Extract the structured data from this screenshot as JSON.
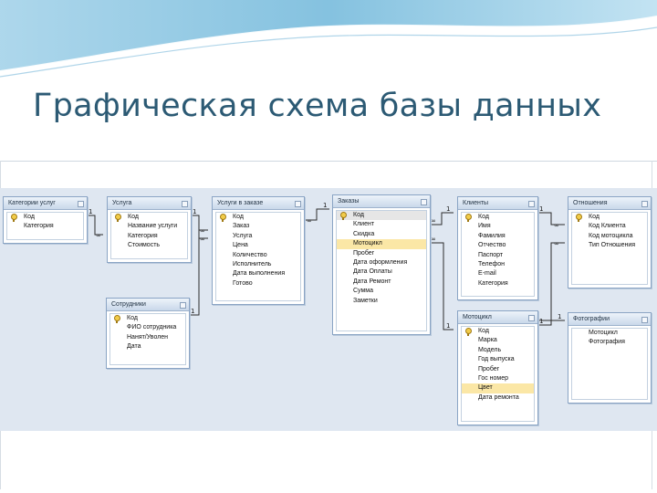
{
  "slide": {
    "title": "Графическая схема базы данных"
  },
  "tables": [
    {
      "title": "Категории услуг",
      "fields": [
        "Код",
        "Категория"
      ],
      "highlight": -1
    },
    {
      "title": "Услуга",
      "fields": [
        "Код",
        "Название услуги",
        "Категория",
        "Стоимость"
      ],
      "highlight": -1
    },
    {
      "title": "Услуги в заказе",
      "fields": [
        "Код",
        "Заказ",
        "Услуга",
        "Цена",
        "Количество",
        "Исполнитель",
        "Дата выполнения",
        "Готово"
      ],
      "highlight": -1
    },
    {
      "title": "Заказы",
      "fields": [
        "Код",
        "Клиент",
        "Скидка",
        "Мотоцикл",
        "Пробег",
        "Дата оформления",
        "Дата Оплаты",
        "Дата Ремонт",
        "Сумма",
        "Заметки"
      ],
      "highlight": 3
    },
    {
      "title": "Клиенты",
      "fields": [
        "Код",
        "Имя",
        "Фамилия",
        "Отчество",
        "Паспорт",
        "Телефон",
        "E-mail",
        "Категория"
      ],
      "highlight": -1
    },
    {
      "title": "Отношения",
      "fields": [
        "Код",
        "Код Клиента",
        "Код мотоцикла",
        "Тип Отношения"
      ],
      "highlight": -1
    },
    {
      "title": "Сотрудники",
      "fields": [
        "Код",
        "ФИО сотрудника",
        "Нанят/Уволен",
        "Дата"
      ],
      "highlight": -1
    },
    {
      "title": "Мотоцикл",
      "fields": [
        "Код",
        "Марка",
        "Модель",
        "Год выпуска",
        "Пробег",
        "Гос номер",
        "Цвет",
        "Дата ремонта"
      ],
      "highlight": 6
    },
    {
      "title": "Фотографии",
      "fields": [
        "Мотоцикл",
        "Фотография"
      ],
      "highlight": -1
    }
  ],
  "cardinality": {
    "one": "1",
    "many": "∞"
  },
  "colors": {
    "title": "#2c5a74",
    "highlight": "#fbe7a6",
    "canvas": "#dfe7f1",
    "wave": "#7fbcd9"
  }
}
